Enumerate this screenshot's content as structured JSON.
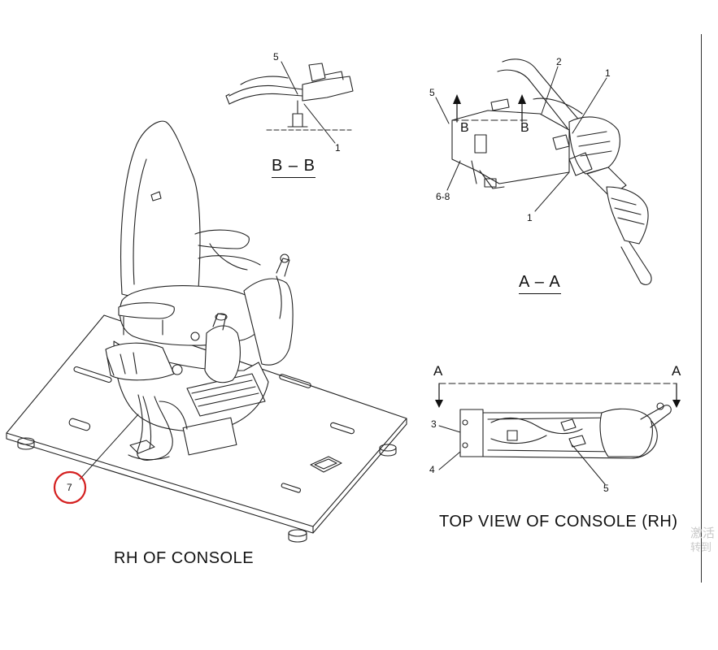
{
  "callouts": {
    "b_5": "5",
    "b_1": "1",
    "a_2": "2",
    "a_1_top": "1",
    "a_5": "5",
    "a_6_8": "6-8",
    "a_1_bottom": "1",
    "top_3": "3",
    "top_4": "4",
    "top_5": "5",
    "main_7": "7"
  },
  "markers": {
    "b_left": "B",
    "b_right": "B",
    "a_left": "A",
    "a_right": "A"
  },
  "sections": {
    "b_b": "B – B",
    "a_a": "A – A"
  },
  "captions": {
    "top_view": "TOP VIEW OF CONSOLE (RH)",
    "rh_console": "RH OF CONSOLE"
  },
  "watermark": {
    "line1": "激活",
    "line2": "转到"
  },
  "colors": {
    "line": "#222222",
    "highlight_circle": "#d42020",
    "watermark": "#c9c9c9"
  }
}
